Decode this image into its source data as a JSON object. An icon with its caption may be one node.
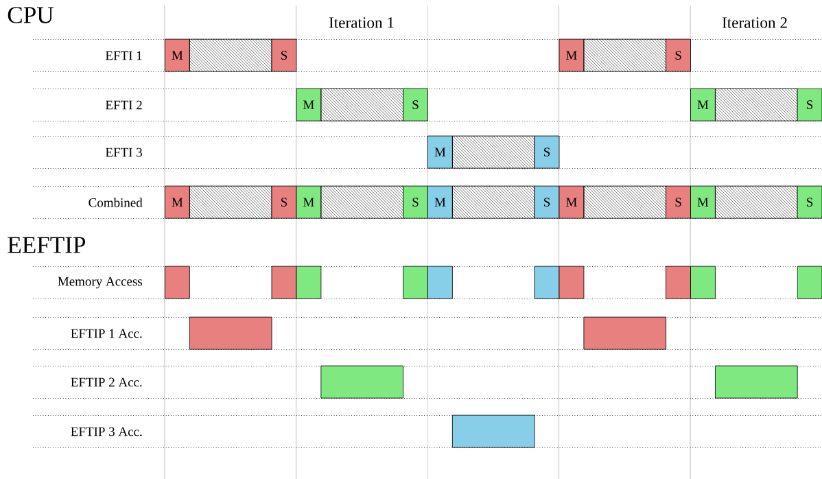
{
  "diagram": {
    "nodes": [
      {
        "text": [
          "M"
        ]
      },
      {
        "text": [],
        "shape": "box"
      },
      {
        "text": [
          "S"
        ]
      },
      {
        "text": [
          "M"
        ]
      },
      {
        "text": [],
        "shape": "box"
      },
      {
        "text": [
          "S"
        ]
      },
      {
        "text": [
          "M"
        ]
      },
      {
        "text": [],
        "shape": "box"
      },
      {
        "text": [
          "S"
        ]
      },
      {
        "text": [
          "M"
        ]
      },
      {
        "text": [],
        "shape": "box"
      },
      {
        "text": [
          "S"
        ]
      },
      {
        "text": [
          "M"
        ]
      },
      {
        "text": [],
        "shape": "box"
      },
      {
        "text": [
          "S"
        ]
      },
      {
        "text": [
          "M"
        ]
      },
      {
        "text": [],
        "shape": "box"
      },
      {
        "text": [
          "S"
        ]
      },
      {
        "text": [
          "M"
        ]
      },
      {
        "text": [],
        "shape": "box"
      },
      {
        "text": [
          "S"
        ]
      },
      {
        "text": [
          "M"
        ]
      },
      {
        "text": [],
        "shape": "box"
      },
      {
        "text": [
          "S"
        ]
      },
      {
        "text": [
          "M"
        ]
      },
      {
        "text": [],
        "shape": "box"
      },
      {
        "text": [
          "S"
        ]
      },
      {
        "text": [
          "M"
        ]
      },
      {
        "text": [],
        "shape": "box"
      },
      {
        "text": [
          "S"
        ]
      },
      {
        "text": [],
        "shape": "box"
      },
      {
        "text": [],
        "shape": "box"
      },
      {
        "text": [],
        "shape": "box"
      },
      {
        "text": [],
        "shape": "box"
      },
      {
        "text": [],
        "shape": "box"
      },
      {
        "text": [],
        "shape": "box"
      },
      {
        "text": [],
        "shape": "box"
      },
      {
        "text": [],
        "shape": "box"
      },
      {
        "text": [],
        "shape": "box"
      },
      {
        "text": [],
        "shape": "box"
      },
      {
        "text": [],
        "shape": "box"
      },
      {
        "text": [],
        "shape": "box"
      },
      {
        "text": [],
        "shape": "box"
      },
      {
        "text": [],
        "shape": "box"
      },
      {
        "text": [],
        "shape": "box"
      }
    ],
    "labels": [
      "CPU",
      "Iteration 1",
      "Iteration 2",
      "EFTI 1",
      "EFTI 2",
      "EFTI 3",
      "Combined",
      "EEFTIP",
      "Memory Access",
      "EFTIP 1 Acc.",
      "EFTIP 2 Acc.",
      "EFTIP 3 Acc."
    ]
  }
}
